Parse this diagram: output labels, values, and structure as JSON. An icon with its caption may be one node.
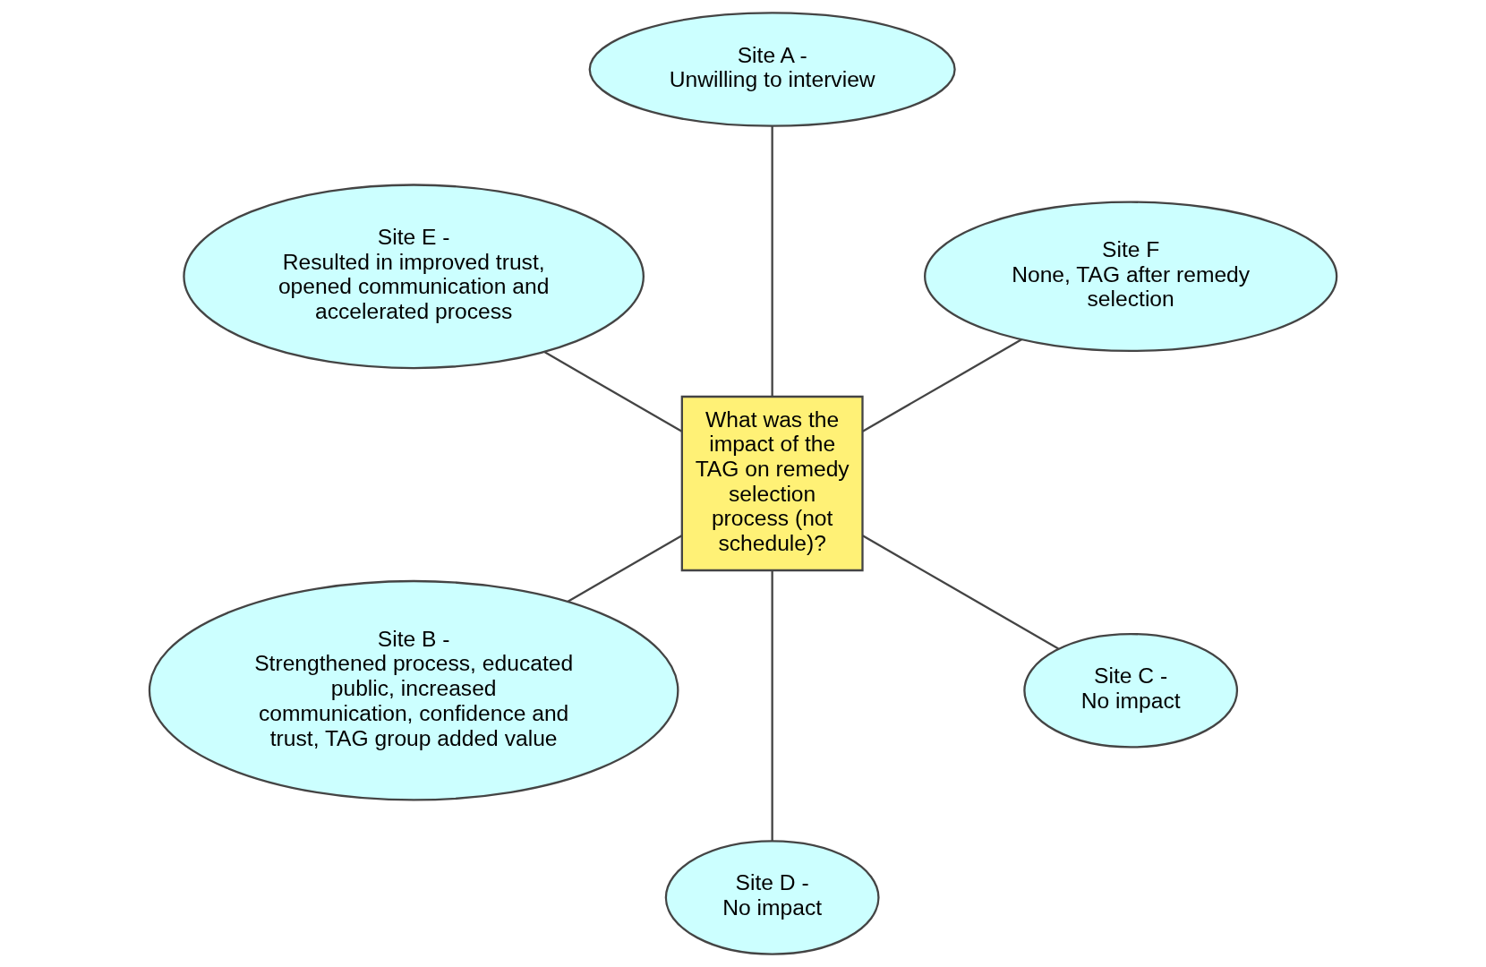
{
  "diagram": {
    "nodes": [
      {
        "text": [
          "Site F",
          "None, TAG after remedy selection"
        ]
      },
      {
        "text": [
          "Site A -",
          "Unwilling to interview"
        ]
      },
      {
        "text": [
          "What was the impact of the TAG on remedy selection process (not schedule)?"
        ]
      },
      {
        "text": [
          "Site E -",
          "Resulted in improved trust, opened communication and accelerated process"
        ]
      },
      {
        "text": [
          "Site B -",
          "Strengthened process, educated public, increased communication, confidence and trust, TAG group added value"
        ]
      },
      {
        "text": [
          "Site D -",
          "No impact"
        ]
      },
      {
        "text": [
          "Site C -",
          "No impact"
        ]
      }
    ],
    "edges": [
      {
        "from": 2,
        "to": 1,
        "arrow": "none"
      },
      {
        "from": 2,
        "to": 4,
        "arrow": "none"
      },
      {
        "from": 2,
        "to": 6,
        "arrow": "none"
      },
      {
        "from": 2,
        "to": 5,
        "arrow": "none"
      },
      {
        "from": 2,
        "to": 3,
        "arrow": "none"
      },
      {
        "from": 2,
        "to": 0,
        "arrow": "none"
      }
    ]
  }
}
